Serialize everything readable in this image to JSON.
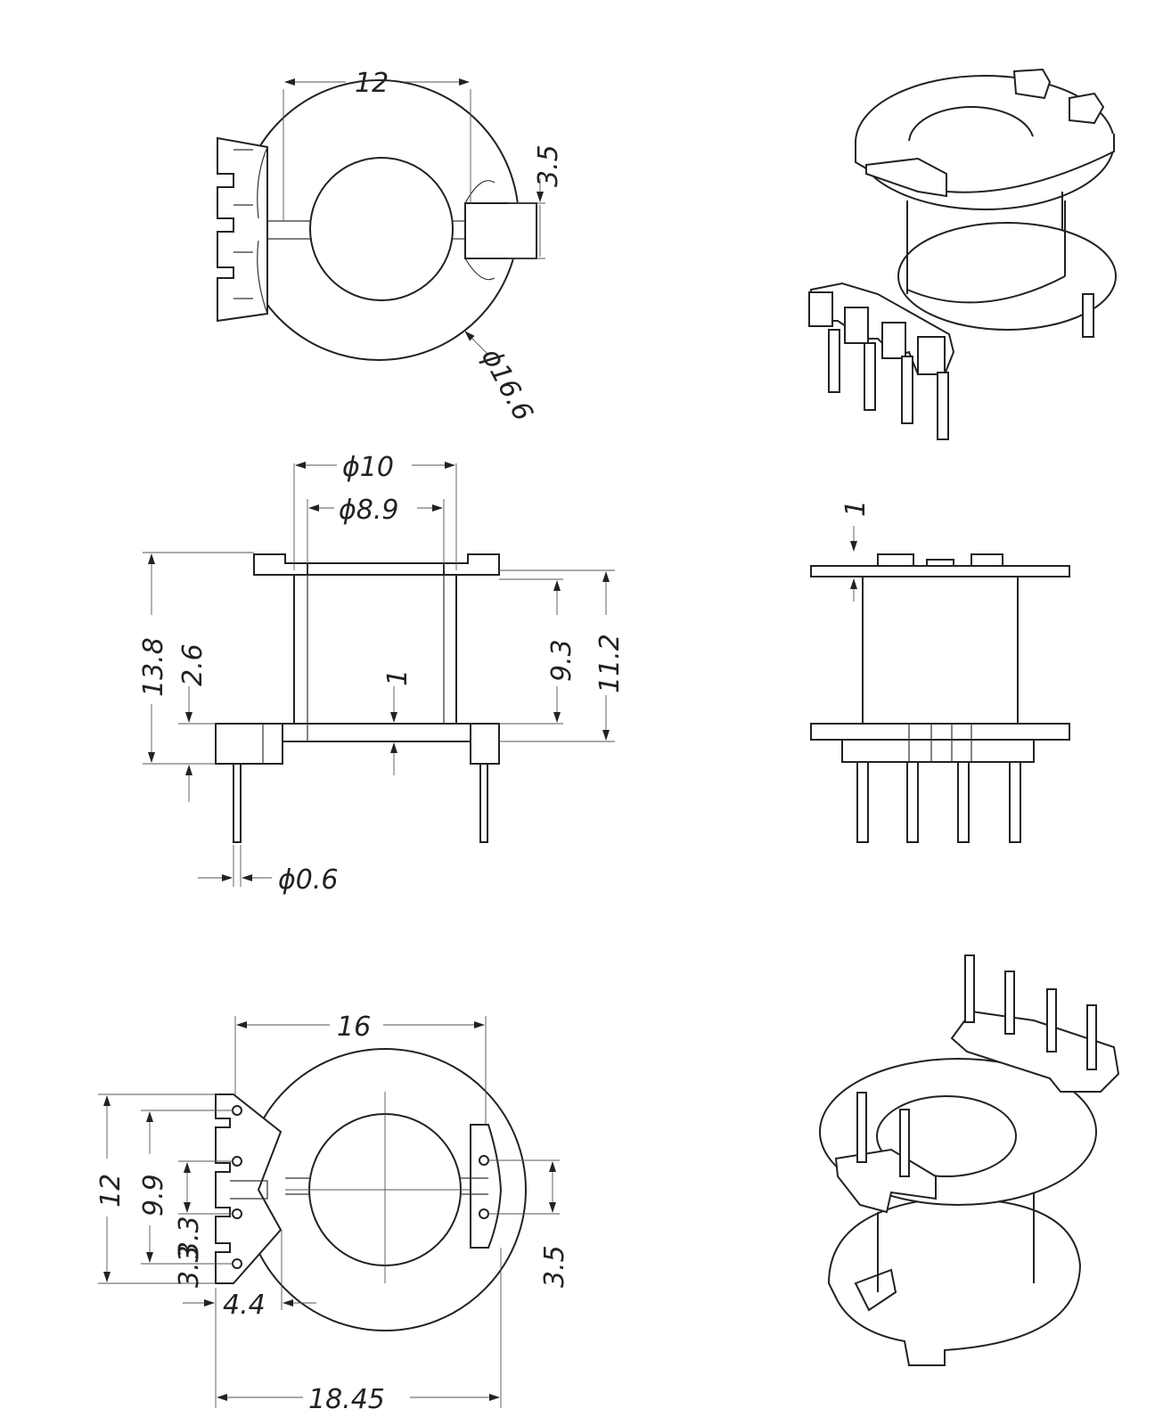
{
  "top_view": {
    "width": "12",
    "tab_offset": "3.5",
    "flange_diameter": "ϕ16.6"
  },
  "side_view": {
    "outer_bore": "ϕ10",
    "inner_bore": "ϕ8.9",
    "overall_height": "13.8",
    "base_height": "2.6",
    "flange_thickness": "1",
    "winding_height": "9.3",
    "body_height": "11.2",
    "pin_diameter": "ϕ0.6"
  },
  "end_view": {
    "top_flange_thickness": "1"
  },
  "bottom_view": {
    "flange_width": "16",
    "overall_height": "12",
    "pin_span": "9.9",
    "pin_pitch": "3.3",
    "pin_edge": "3.3",
    "right_pin_pitch": "3.5",
    "pin_row_offset": "4.4",
    "overall_length": "18.45"
  }
}
